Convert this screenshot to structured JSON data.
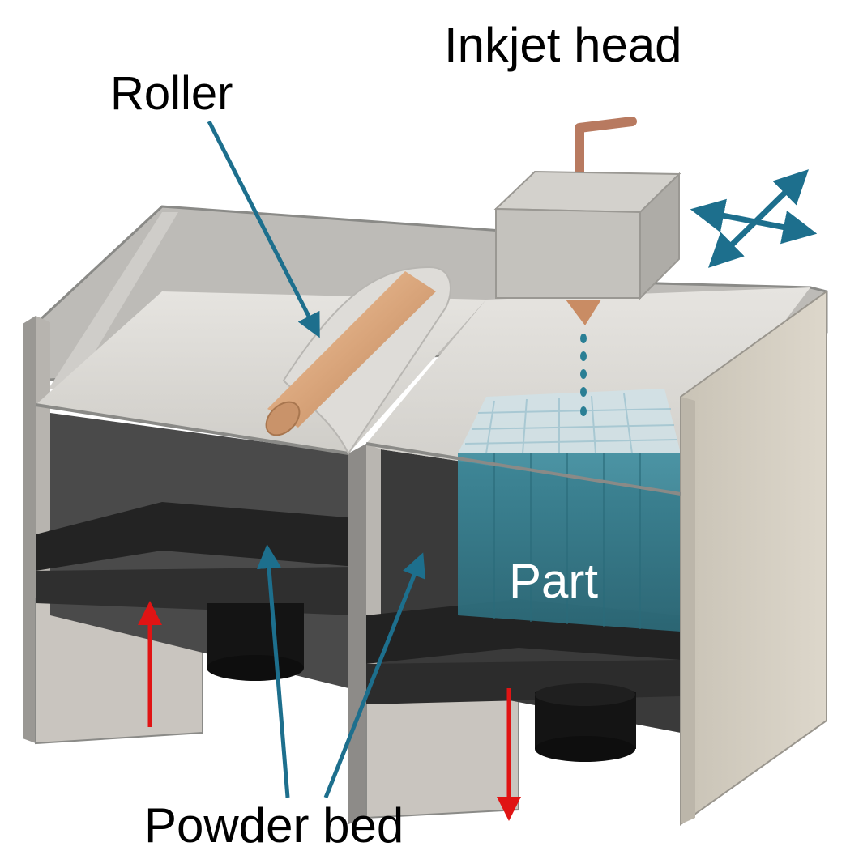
{
  "labels": {
    "inkjet_head": "Inkjet head",
    "roller": "Roller",
    "part": "Part",
    "powder_bed": "Powder bed"
  },
  "colors": {
    "callout_arrow": "#1d6f8d",
    "piston_arrow": "#e01414",
    "wall_face": "#c5c2bd",
    "wall_edge": "#8a8a87",
    "powder_surface": "#dcdad6",
    "chamber_dark": "#2a2a2a",
    "roller": "#d9a57b",
    "part": "#3f8ea0",
    "tube": "#b87a60"
  },
  "icons": {
    "callout_arrow": "arrow-icon",
    "piston_up": "up-arrow-icon",
    "piston_down": "down-arrow-icon",
    "motion": "two-axis-motion-icon"
  }
}
